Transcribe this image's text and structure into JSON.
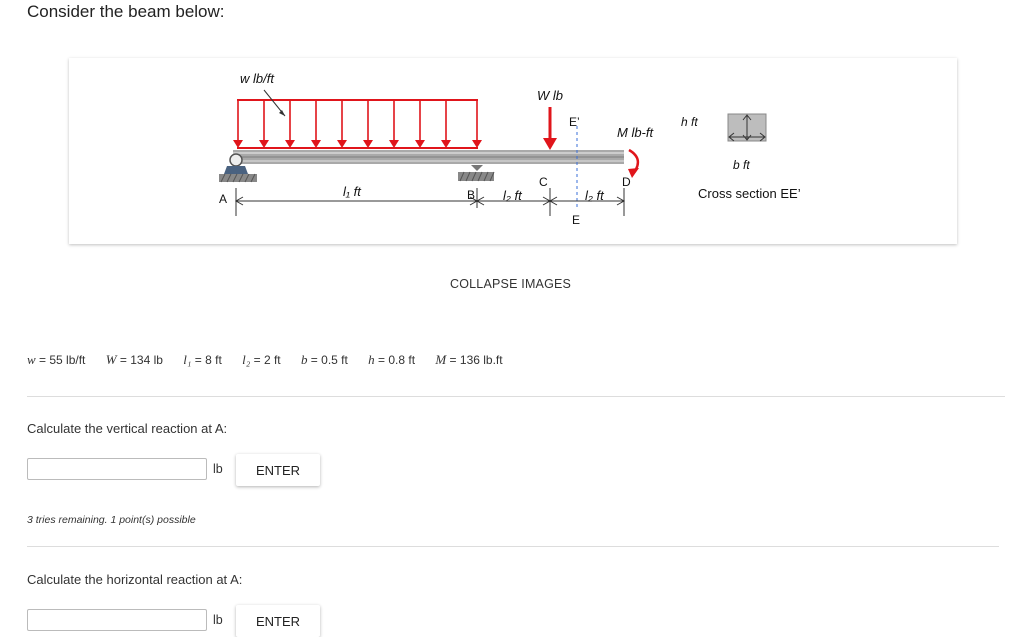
{
  "title": "Consider the beam below:",
  "figure": {
    "w_label": "w lb/ft",
    "W_label": "W lb",
    "E_prime": "E’",
    "M_label": "M lb-ft",
    "h_label": "h ft",
    "b_label": "b ft",
    "cross_section_label": "Cross section EE’",
    "A_label": "A",
    "B_label": "B",
    "C_label": "C",
    "D_label": "D",
    "E_label": "E",
    "l1_label": "l₁ ft",
    "l2_label_1": "l₂ ft",
    "l2_label_2": "l₂ ft",
    "colors": {
      "load": "#e0151b",
      "beam": "#a9a9a9",
      "dash": "#3a6fd8"
    }
  },
  "collapse_label": "COLLAPSE IMAGES",
  "params": [
    {
      "sym": "w",
      "text": " = 55 lb/ft"
    },
    {
      "sym": "W",
      "text": " = 134 lb"
    },
    {
      "sym": "l₁",
      "text": " = 8 ft"
    },
    {
      "sym": "l₂",
      "text": " = 2 ft"
    },
    {
      "sym": "b",
      "text": " = 0.5 ft"
    },
    {
      "sym": "h",
      "text": " = 0.8 ft"
    },
    {
      "sym": "M",
      "text": " = 136 lb.ft"
    }
  ],
  "q1": {
    "prompt": "Calculate the vertical reaction at A:",
    "value": "",
    "unit": "lb",
    "button": "ENTER",
    "tries": "3 tries remaining. 1 point(s) possible"
  },
  "q2": {
    "prompt": "Calculate the horizontal reaction at A:",
    "value": "",
    "unit": "lb",
    "button": "ENTER"
  }
}
